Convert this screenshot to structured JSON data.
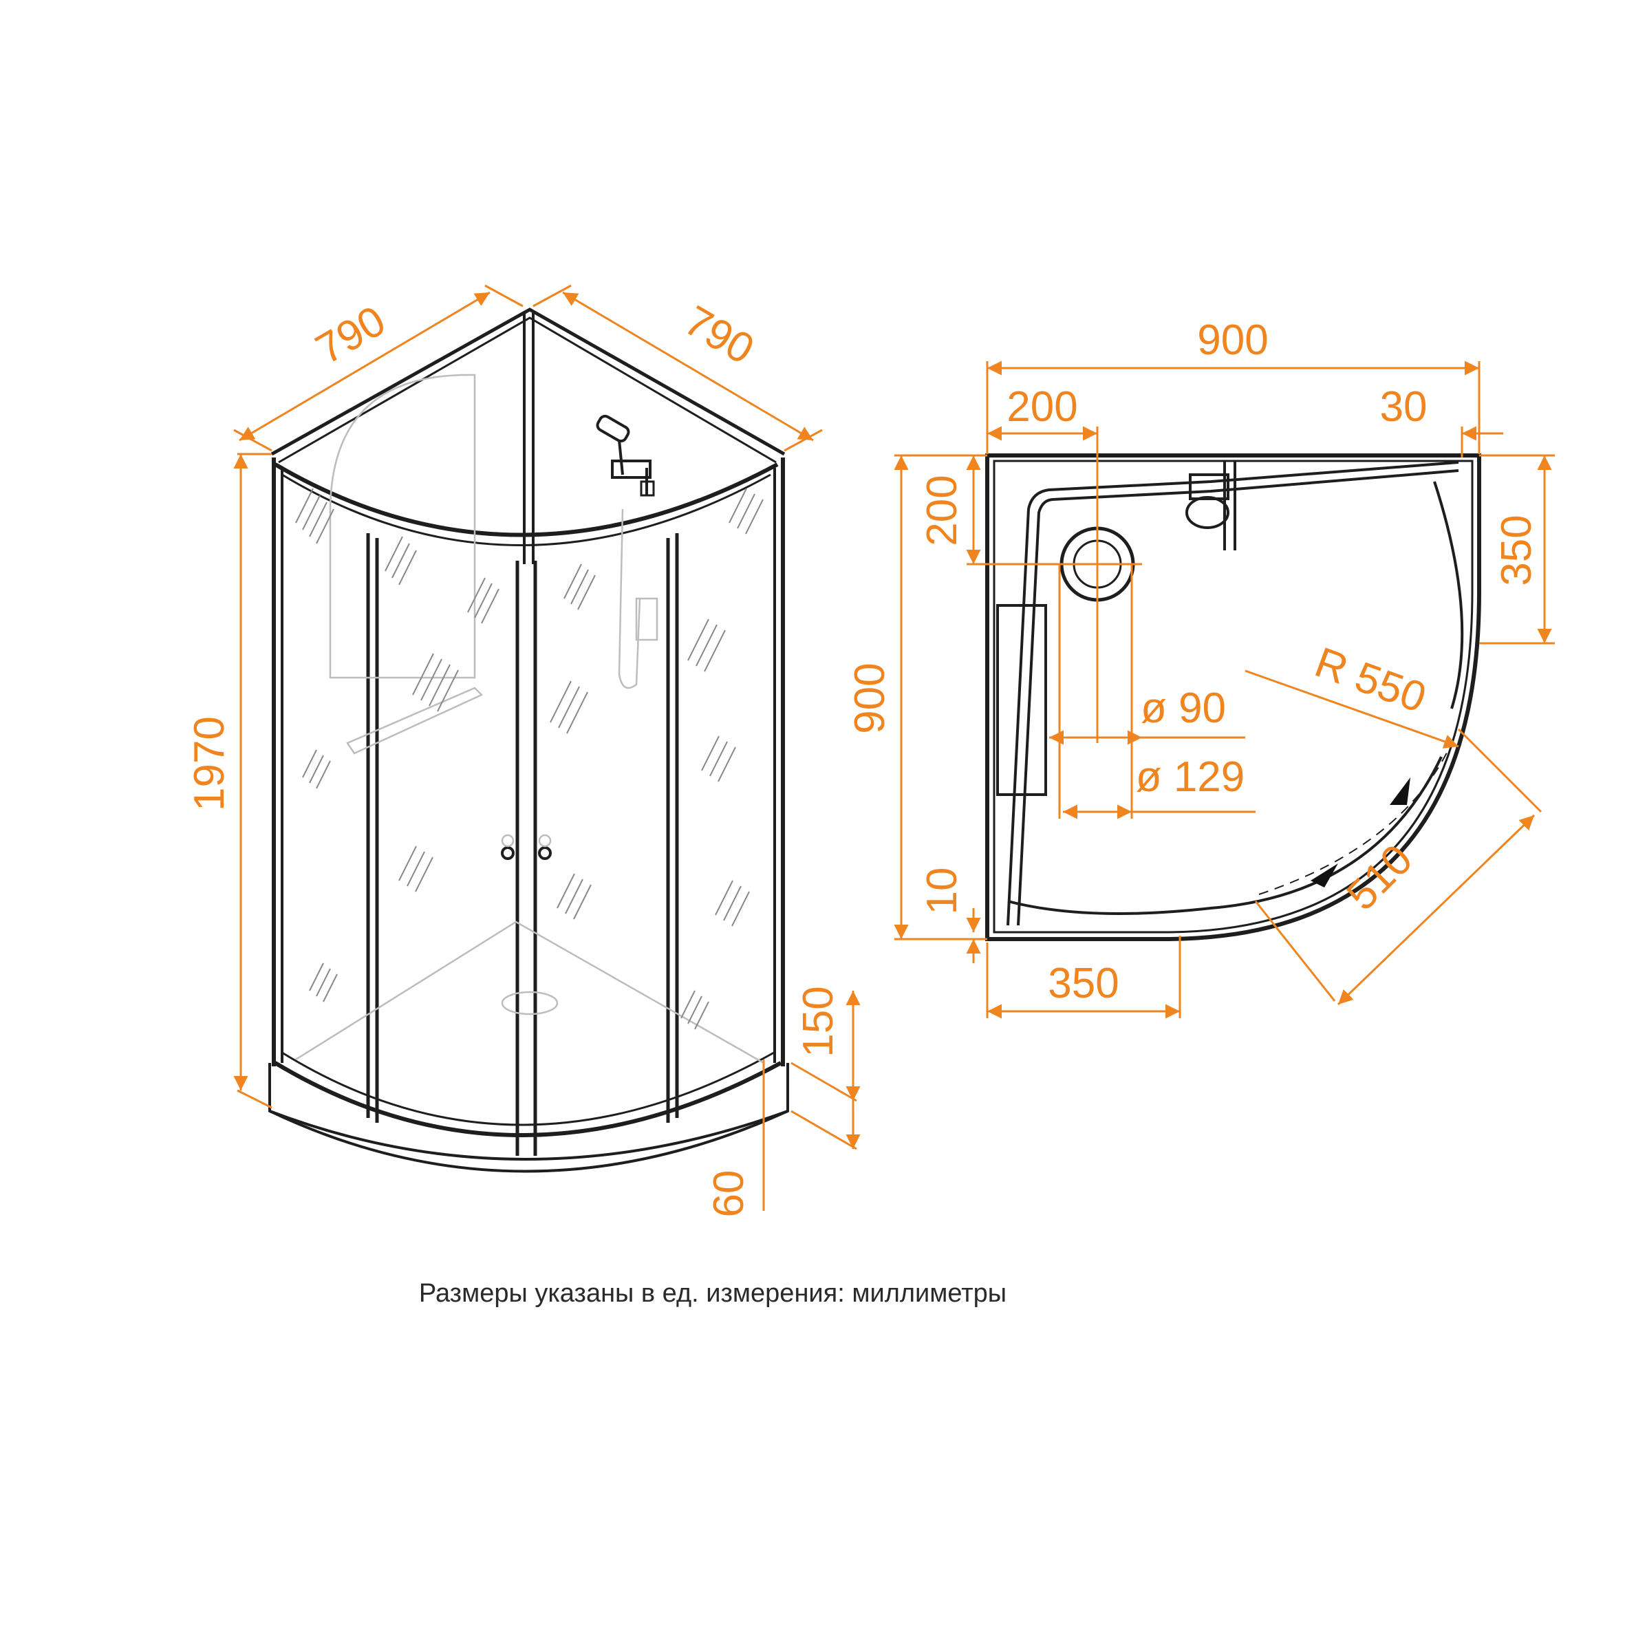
{
  "colors": {
    "dimension": "#F0841E",
    "outline": "#1e1e1e",
    "drain_cross": "#E03030"
  },
  "dimensions": {
    "side_width_left": "790",
    "side_width_right": "790",
    "total_height": "1970",
    "tray_height": "150",
    "tray_base": "60",
    "plan_width": "900",
    "plan_height": "900",
    "drain_offset_left": "200",
    "drain_offset_top": "200",
    "wall_gap": "30",
    "side_panel_right": "350",
    "side_panel_bottom": "350",
    "radius": "R 550",
    "diag_door": "510",
    "drain_inner": "ø 90",
    "drain_outer": "ø 129",
    "bottom_gap": "10"
  },
  "caption": "Размеры указаны в ед. измерения: миллиметры"
}
